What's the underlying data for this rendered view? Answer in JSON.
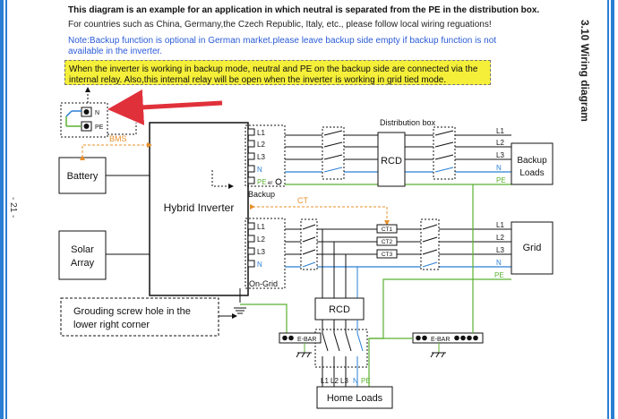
{
  "header": {
    "line1": "This diagram is an example for an application in which neutral is separated from the PE in the distribution box.",
    "line2": "For countries such as China, Germany,the Czech Republic, Italy, etc., please follow local wiring reguations!",
    "note": "Note:Backup function is optional in German market.please leave backup side empty if backup function is not available in the inverter."
  },
  "warning_box": "When the inverter is working in backup mode, neutral and PE on the backup side are connected via the internal relay. Also,this internal relay will be open when the inverter is working in grid tied mode.",
  "side_title": "3.10 Wiring diagram",
  "page_number": "- 21 -",
  "relay_labels": [
    "N",
    "PE"
  ],
  "components": {
    "battery": "Battery",
    "solar_array_1": "Solar",
    "solar_array_2": "Array",
    "hybrid_inverter": "Hybrid Inverter",
    "distribution_box": "Distribution box",
    "rcd_top": "RCD",
    "rcd_bottom": "RCD",
    "backup_loads_1": "Backup",
    "backup_loads_2": "Loads",
    "grid": "Grid",
    "home_loads": "Home Loads"
  },
  "signals": {
    "bms": "BMS",
    "ct": "CT"
  },
  "ports": {
    "backup_terminals": [
      "L1",
      "L2",
      "L3",
      "N",
      "PE"
    ],
    "backup_label": "Backup",
    "pe_er": "er",
    "grid_terminals": [
      "L1",
      "L2",
      "L3",
      "N"
    ],
    "ongrid_label": "On-Grid"
  },
  "backup_load_lines": [
    "L1",
    "L2",
    "L3",
    "N",
    "PE"
  ],
  "grid_lines": [
    "L1",
    "L2",
    "L3",
    "N",
    "PE"
  ],
  "ct_labels": [
    "CT1",
    "CT2",
    "CT3"
  ],
  "ebar_label": "E-BAR",
  "home_loads_lines": [
    "L1",
    "L2",
    "L3",
    "N",
    "PE"
  ],
  "grounding_note_1": "Grouding screw hole  in the",
  "grounding_note_2": "lower right corner",
  "colors": {
    "neutral": "#2a7fd4",
    "pe": "#5bb131",
    "signal": "#e8902a",
    "warning": "#f5ef3a",
    "arrow": "#e0313b",
    "accent_bar": "#2a7fd4"
  }
}
